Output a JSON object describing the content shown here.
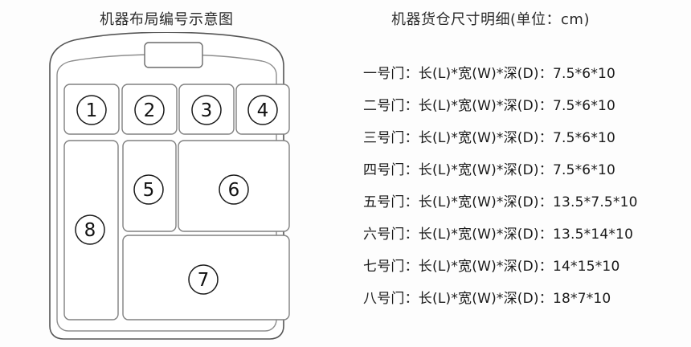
{
  "left_panel": {
    "title": "机器布局编号示意图",
    "diagram": {
      "display_label": "display-panel",
      "compartments": [
        {
          "id": "1",
          "label": "1"
        },
        {
          "id": "2",
          "label": "2"
        },
        {
          "id": "3",
          "label": "3"
        },
        {
          "id": "4",
          "label": "4"
        },
        {
          "id": "5",
          "label": "5"
        },
        {
          "id": "6",
          "label": "6"
        },
        {
          "id": "7",
          "label": "7"
        },
        {
          "id": "8",
          "label": "8"
        }
      ]
    }
  },
  "right_panel": {
    "title": "机器货仓尺寸明细(单位：cm)",
    "specs": [
      {
        "door": "一号门",
        "text": "一号门：长(L)*宽(W)*深(D)：7.5*6*10",
        "length": "7.5",
        "width": "6",
        "depth": "10"
      },
      {
        "door": "二号门",
        "text": "二号门：长(L)*宽(W)*深(D)：7.5*6*10",
        "length": "7.5",
        "width": "6",
        "depth": "10"
      },
      {
        "door": "三号门",
        "text": "三号门：长(L)*宽(W)*深(D)：7.5*6*10",
        "length": "7.5",
        "width": "6",
        "depth": "10"
      },
      {
        "door": "四号门",
        "text": "四号门：长(L)*宽(W)*深(D)：7.5*6*10",
        "length": "7.5",
        "width": "6",
        "depth": "10"
      },
      {
        "door": "五号门",
        "text": "五号门：长(L)*宽(W)*深(D)：13.5*7.5*10",
        "length": "13.5",
        "width": "7.5",
        "depth": "10"
      },
      {
        "door": "六号门",
        "text": "六号门：长(L)*宽(W)*深(D)：13.5*14*10",
        "length": "13.5",
        "width": "14",
        "depth": "10"
      },
      {
        "door": "七号门",
        "text": "七号门：长(L)*宽(W)*深(D)：14*15*10",
        "length": "14",
        "width": "15",
        "depth": "10"
      },
      {
        "door": "八号门",
        "text": "八号门：长(L)*宽(W)*深(D)：18*7*10",
        "length": "18",
        "width": "7",
        "depth": "10"
      }
    ]
  },
  "colors": {
    "background": "#fdfdfd",
    "outline": "#4a4a4a",
    "inner_outline": "#8a8a8a",
    "text": "#1a1a1a"
  }
}
